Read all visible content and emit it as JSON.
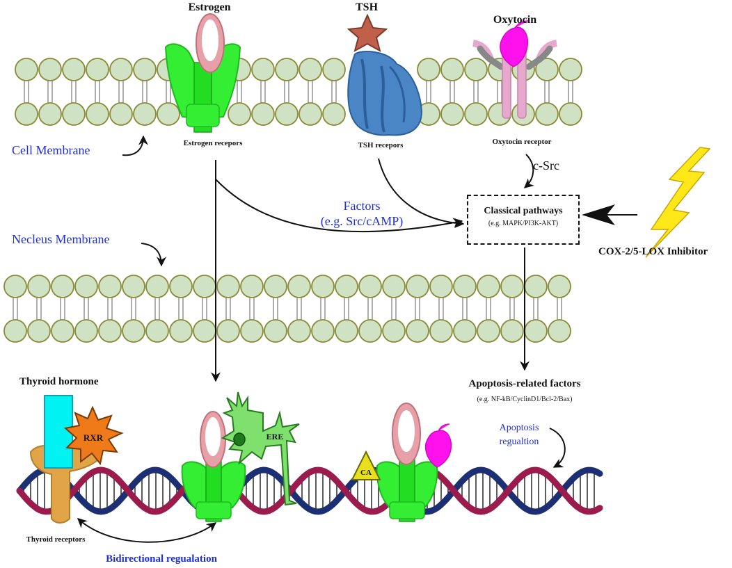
{
  "receptors": {
    "estrogen": {
      "title": "Estrogen",
      "caption": "Estrogen recepors"
    },
    "tsh": {
      "title": "TSH",
      "caption": "TSH recepors"
    },
    "oxytocin": {
      "title": "Oxytocin",
      "caption": "Oxytocin receptor"
    }
  },
  "membranes": {
    "cell": "Cell Membrane",
    "nucleus": "Necleus Membrane"
  },
  "signals": {
    "c_src": "c-Src",
    "factors_line1": "Factors",
    "factors_line2": "(e.g. Src/cAMP)"
  },
  "classical_pathways": {
    "title": "Classical pathways",
    "example": "(e.g. MAPK/PI3K-AKT)"
  },
  "inhibitor": "COX-2/5-LOX Inhibitor",
  "apoptosis": {
    "title": "Apoptosis-related factors",
    "example": "(e.g. NF-kB/CyclinD1/Bcl-2/Bax)",
    "regulation_line1": "Apoptosis",
    "regulation_line2": "regualtion"
  },
  "nuclear": {
    "thyroid_hormone": "Thyroid hormone",
    "rxr": "RXR",
    "ere": "ERE",
    "ca": "CA",
    "thyroid_receptors": "Thyroid receptors",
    "bidirectional": "Bidirectional regualation"
  },
  "colors": {
    "lipid_head": "#cfe3c4",
    "lipid_outline": "#8a8a36",
    "estrogen_receptor": "#33ee33",
    "hormone_pink": "#e8a0a8",
    "tsh_receptor": "#4a86c6",
    "tsh_star": "#c0604a",
    "oxytocin": "#ff11ee",
    "oxytocin_receptor": "#e6a8cc",
    "text_blue": "#1f2fd6",
    "thyroid_blue": "#00f2f2",
    "thyroid_receptor": "#e1a548",
    "rxr_orange": "#ee7a1a",
    "lightning": "#ffe81a",
    "ca_yellow": "#e8e01c",
    "dna_red": "#9b1b4d",
    "dna_blue": "#1c2f72"
  },
  "icons": [
    "lightning-icon",
    "star-icon",
    "arrow-icon",
    "dna-helix-icon"
  ]
}
